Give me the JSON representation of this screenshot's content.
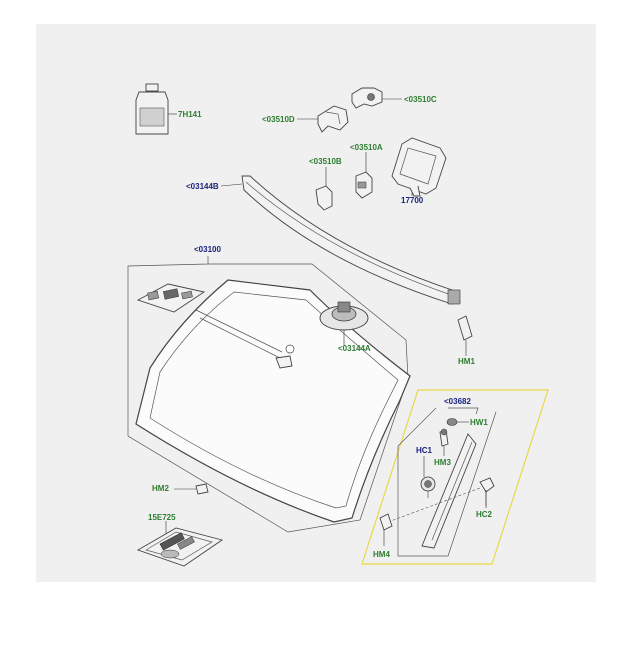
{
  "colors": {
    "canvas": "#f0f0f0",
    "page": "#ffffff",
    "label_green": "#2e7d32",
    "label_blue": "#1a237e",
    "highlight_box": "#e8d94a"
  },
  "labels": {
    "lbl_7h141": "7H141",
    "lbl_03510d": "<03510D",
    "lbl_03510c": "<03510C",
    "lbl_03510b": "<03510B",
    "lbl_03510a": "<03510A",
    "lbl_17700": "17700",
    "lbl_03144b": "<03144B",
    "lbl_03100": "<03100",
    "lbl_03144a": "<03144A",
    "lbl_hm1": "HM1",
    "lbl_03682": "<03682",
    "lbl_hw1": "HW1",
    "lbl_hc1": "HC1",
    "lbl_hm3": "HM3",
    "lbl_hm2": "HM2",
    "lbl_15e725": "15E725",
    "lbl_hc2": "HC2",
    "lbl_hm4": "HM4"
  }
}
